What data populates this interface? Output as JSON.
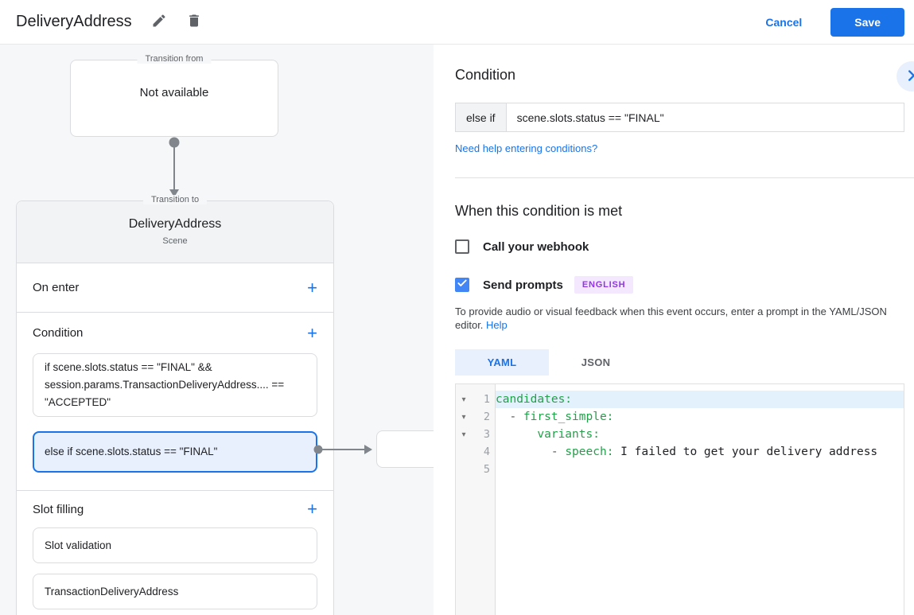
{
  "header": {
    "title": "DeliveryAddress",
    "cancel_label": "Cancel",
    "save_label": "Save"
  },
  "diagram": {
    "transition_from": {
      "legend": "Transition from",
      "content": "Not available"
    },
    "transition_to": {
      "legend": "Transition to",
      "title": "DeliveryAddress",
      "subtitle": "Scene"
    },
    "on_enter": {
      "label": "On enter",
      "add": "+"
    },
    "condition": {
      "label": "Condition",
      "add": "+",
      "items": [
        {
          "text": "if scene.slots.status == \"FINAL\" && session.params.TransactionDeliveryAddress.... == \"ACCEPTED\"",
          "selected": false
        },
        {
          "text": "else if scene.slots.status == \"FINAL\"",
          "selected": true
        }
      ]
    },
    "slot_filling": {
      "label": "Slot filling",
      "add": "+",
      "items": [
        {
          "text": "Slot validation"
        },
        {
          "text": "TransactionDeliveryAddress"
        }
      ]
    }
  },
  "panel": {
    "title": "Condition",
    "condition_input": {
      "prefix": "else if",
      "value": "scene.slots.status == \"FINAL\""
    },
    "help_link": "Need help entering conditions?",
    "when_met": {
      "title": "When this condition is met",
      "webhook_label": "Call your webhook",
      "prompts_label": "Send prompts",
      "language_badge": "ENGLISH",
      "description": "To provide audio or visual feedback when this event occurs, enter a prompt in the YAML/JSON editor.",
      "help_label": "Help"
    },
    "tabs": {
      "yaml": "YAML",
      "json": "JSON"
    },
    "editor": {
      "lines": [
        {
          "num": "1",
          "fold": "▾",
          "segments": {
            "a": "",
            "b": "candidates:",
            "c": ""
          }
        },
        {
          "num": "2",
          "fold": "▾",
          "segments": {
            "a": "  - ",
            "b": "first_simple:",
            "c": ""
          }
        },
        {
          "num": "3",
          "fold": "▾",
          "segments": {
            "a": "      ",
            "b": "variants:",
            "c": ""
          }
        },
        {
          "num": "4",
          "fold": "",
          "segments": {
            "a": "        - ",
            "b": "speech:",
            "c": " I failed to get your delivery address"
          }
        },
        {
          "num": "5",
          "fold": "",
          "segments": {
            "a": "",
            "b": "",
            "c": ""
          }
        }
      ]
    }
  },
  "colors": {
    "accent_blue": "#1a73e8",
    "checkbox_blue": "#4285f4",
    "selected_bg": "#e8f0fe",
    "selected_border": "#1a73e8",
    "badge_bg": "#f3e8fd",
    "badge_text": "#9334e6",
    "code_key_green": "#23a04a",
    "line_highlight": "#e3f1fd",
    "panel_bg": "#f6f7f8",
    "header_bg": "#f1f3f4"
  }
}
